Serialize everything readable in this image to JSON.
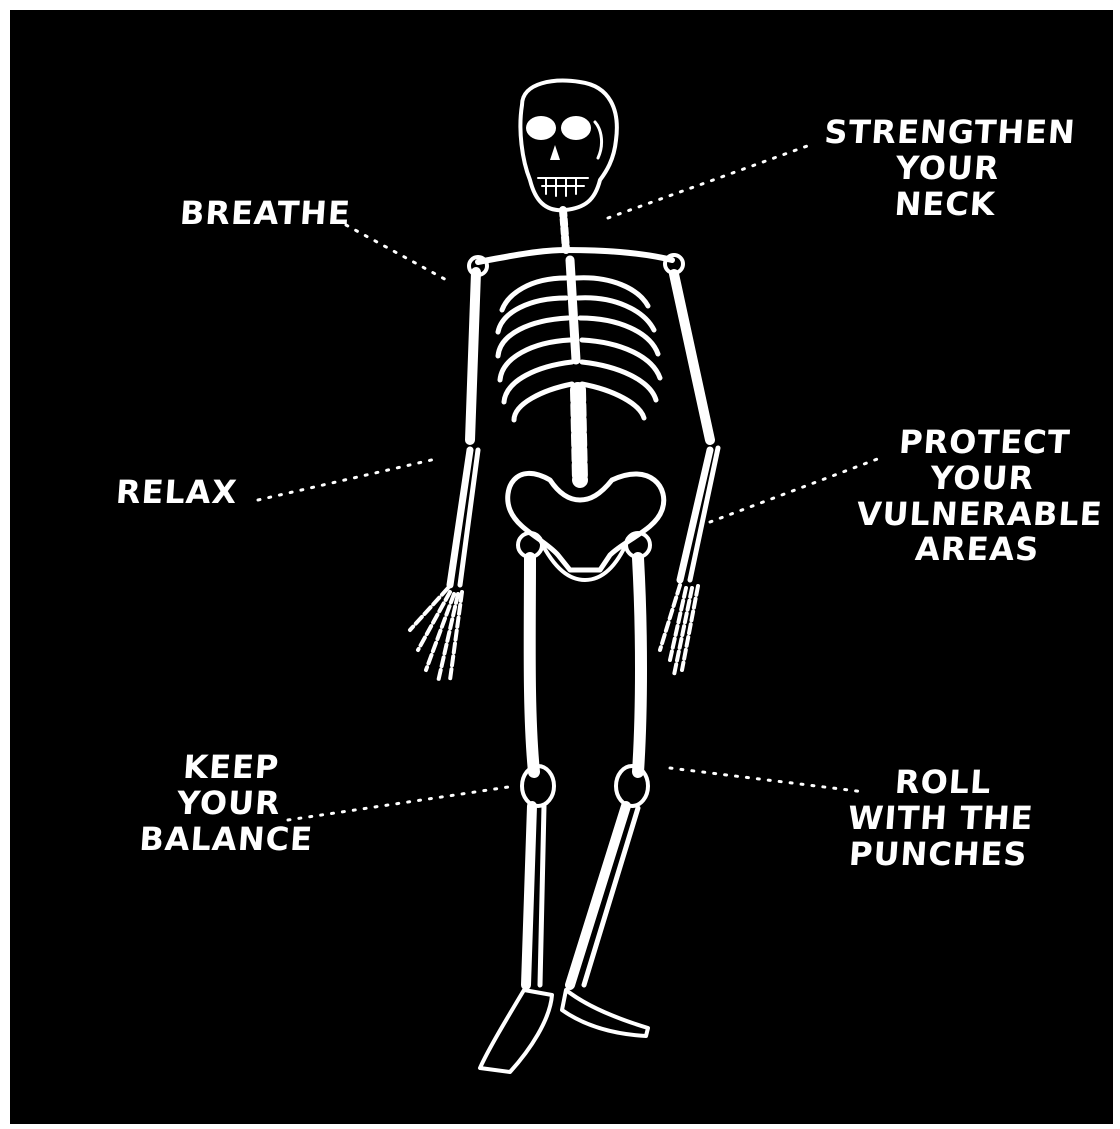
{
  "colors": {
    "background": "#000000",
    "ink": "#ffffff",
    "frame": "#ffffff"
  },
  "illustration": "skeleton-icon",
  "labels": {
    "breathe": "BREATHE",
    "strengthen": [
      "STRENGTHEN",
      "YOUR",
      "NECK"
    ],
    "relax": "RELAX",
    "protect": [
      "PROTECT",
      "YOUR",
      "VULNERABLE",
      "AREAS"
    ],
    "balance": [
      "KEEP",
      "YOUR",
      "BALANCE"
    ],
    "roll": [
      "ROLL",
      "WITH THE",
      "PUNCHES"
    ]
  }
}
